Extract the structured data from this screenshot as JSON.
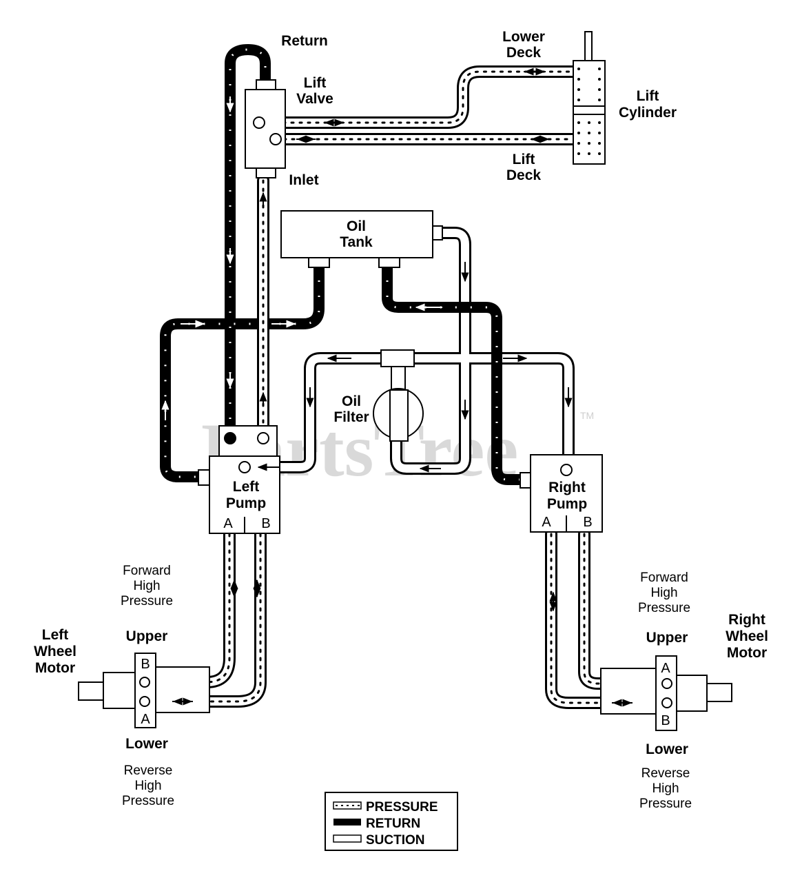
{
  "labels": {
    "return": "Return",
    "lift_valve_1": "Lift",
    "lift_valve_2": "Valve",
    "inlet": "Inlet",
    "lower_deck_1": "Lower",
    "lower_deck_2": "Deck",
    "lift_cylinder_1": "Lift",
    "lift_cylinder_2": "Cylinder",
    "lift_deck_1": "Lift",
    "lift_deck_2": "Deck",
    "oil_tank_1": "Oil",
    "oil_tank_2": "Tank",
    "oil_filter_1": "Oil",
    "oil_filter_2": "Filter",
    "left_pump_1": "Left",
    "left_pump_2": "Pump",
    "right_pump_1": "Right",
    "right_pump_2": "Pump",
    "port_a": "A",
    "port_b": "B",
    "left_forward_1": "Forward",
    "left_forward_2": "High",
    "left_forward_3": "Pressure",
    "right_forward_1": "Forward",
    "right_forward_2": "High",
    "right_forward_3": "Pressure",
    "left_motor_1": "Left",
    "left_motor_2": "Wheel",
    "left_motor_3": "Motor",
    "right_motor_1": "Right",
    "right_motor_2": "Wheel",
    "right_motor_3": "Motor",
    "left_upper": "Upper",
    "left_lower": "Lower",
    "right_upper": "Upper",
    "right_lower": "Lower",
    "left_reverse_1": "Reverse",
    "left_reverse_2": "High",
    "left_reverse_3": "Pressure",
    "right_reverse_1": "Reverse",
    "right_reverse_2": "High",
    "right_reverse_3": "Pressure"
  },
  "legend": {
    "pressure": "PRESSURE",
    "return": "RETURN",
    "suction": "SUCTION"
  },
  "watermark": {
    "brand": "PartsTree",
    "tm": "TM"
  },
  "colors": {
    "line": "#000000",
    "background": "#ffffff",
    "watermark": "#d9d9d9"
  }
}
